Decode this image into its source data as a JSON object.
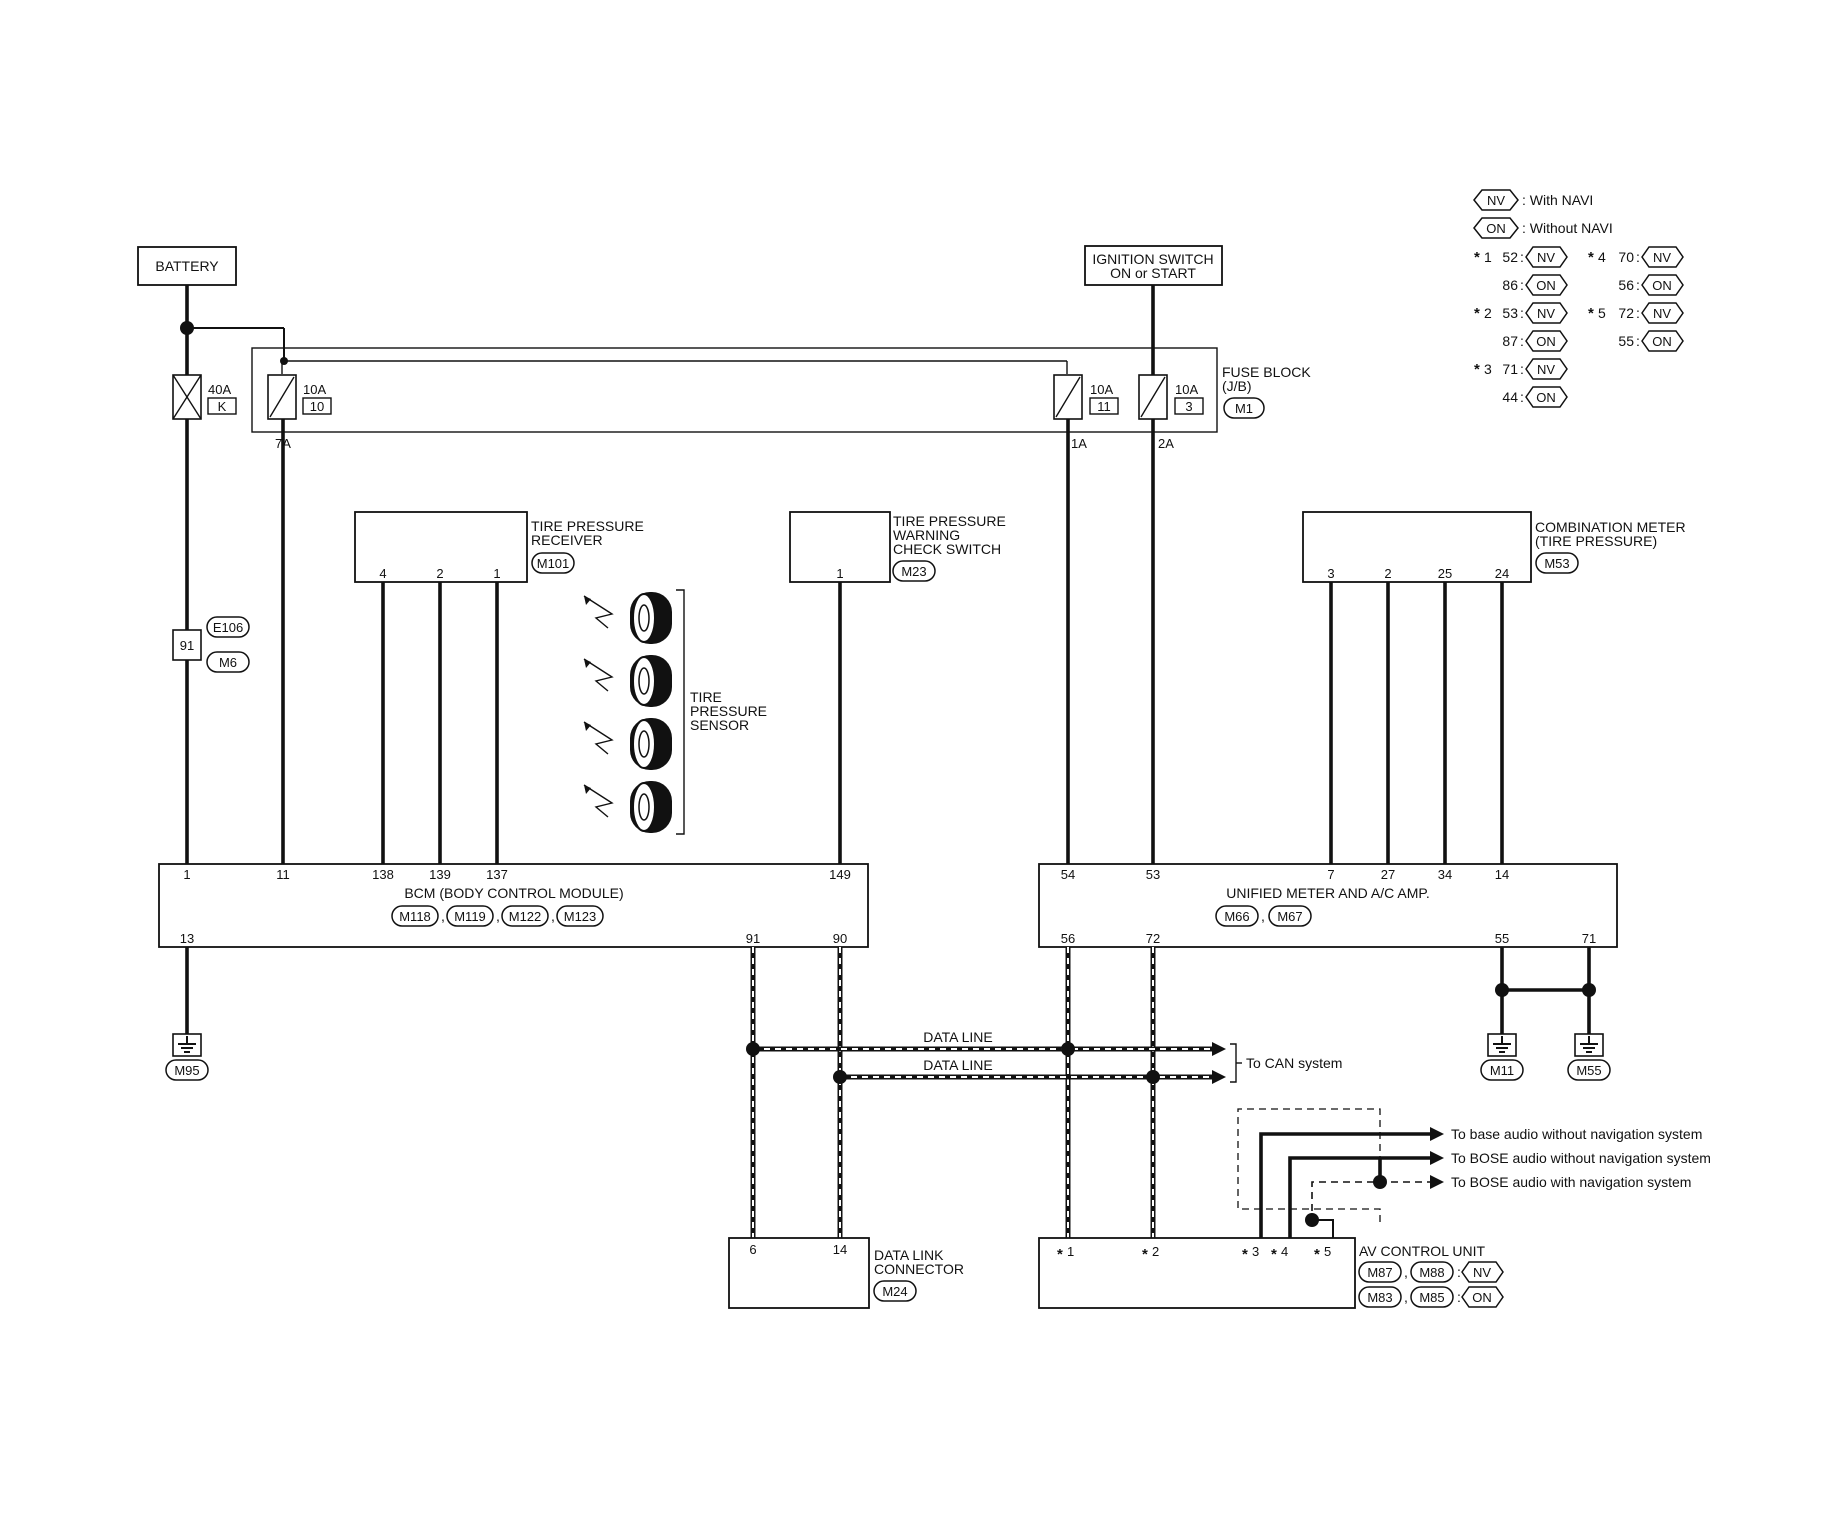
{
  "battery": {
    "label": "BATTERY"
  },
  "ignition": {
    "line1": "IGNITION SWITCH",
    "line2": "ON or START"
  },
  "fuse_block": {
    "title1": "FUSE BLOCK",
    "title2": "(J/B)",
    "connector": "M1",
    "fuses": [
      {
        "amp": "40A",
        "num": "K"
      },
      {
        "amp": "10A",
        "num": "10",
        "term": "7A"
      },
      {
        "amp": "10A",
        "num": "11",
        "term": "1A"
      },
      {
        "amp": "10A",
        "num": "3",
        "term": "2A"
      }
    ]
  },
  "joint": {
    "num": "91",
    "conn_top": "E106",
    "conn_bottom": "M6"
  },
  "tire_receiver": {
    "line1": "TIRE PRESSURE",
    "line2": "RECEIVER",
    "connector": "M101",
    "pins": [
      "4",
      "2",
      "1"
    ]
  },
  "check_switch": {
    "line1": "TIRE PRESSURE",
    "line2": "WARNING",
    "line3": "CHECK SWITCH",
    "connector": "M23",
    "pin": "1"
  },
  "tire_sensor": {
    "line1": "TIRE",
    "line2": "PRESSURE",
    "line3": "SENSOR"
  },
  "combo_meter": {
    "line1": "COMBINATION METER",
    "line2": "(TIRE PRESSURE)",
    "connector": "M53",
    "pins": [
      "3",
      "2",
      "25",
      "24"
    ]
  },
  "bcm": {
    "title": "BCM (BODY CONTROL MODULE)",
    "connectors": [
      "M118",
      "M119",
      "M122",
      "M123"
    ],
    "top_pins": [
      "1",
      "11",
      "138",
      "139",
      "137",
      "149"
    ],
    "bottom_pins": [
      "13",
      "91",
      "90"
    ]
  },
  "unified_meter": {
    "title": "UNIFIED METER AND A/C AMP.",
    "connectors": [
      "M66",
      "M67"
    ],
    "top_pins": [
      "54",
      "53",
      "7",
      "27",
      "34",
      "14"
    ],
    "bottom_pins": [
      "56",
      "72",
      "55",
      "71"
    ]
  },
  "grounds": [
    "M95",
    "M11",
    "M55"
  ],
  "data_line": {
    "label1": "DATA LINE",
    "label2": "DATA LINE",
    "to_can": "To CAN system"
  },
  "dlc": {
    "line1": "DATA LINK",
    "line2": "CONNECTOR",
    "connector": "M24",
    "pins": [
      "6",
      "14"
    ]
  },
  "av_unit": {
    "title": "AV CONTROL UNIT",
    "pins": [
      "1",
      "2",
      "3",
      "4",
      "5"
    ],
    "conn_nv": [
      "M87",
      "M88"
    ],
    "nv": "NV",
    "conn_on": [
      "M83",
      "M85"
    ],
    "on": "ON"
  },
  "audio_targets": [
    "To base audio without navigation system",
    "To BOSE audio without navigation system",
    "To BOSE audio with navigation system"
  ],
  "legend": {
    "nv_tag": "NV",
    "nv_text": ": With NAVI",
    "on_tag": "ON",
    "on_text": ": Without NAVI",
    "items": [
      {
        "star": "1",
        "nv_pin": "52",
        "on_pin": "86"
      },
      {
        "star": "2",
        "nv_pin": "53",
        "on_pin": "87"
      },
      {
        "star": "3",
        "nv_pin": "71",
        "on_pin": "44"
      },
      {
        "star": "4",
        "nv_pin": "70",
        "on_pin": "56"
      },
      {
        "star": "5",
        "nv_pin": "72",
        "on_pin": "55"
      }
    ]
  }
}
